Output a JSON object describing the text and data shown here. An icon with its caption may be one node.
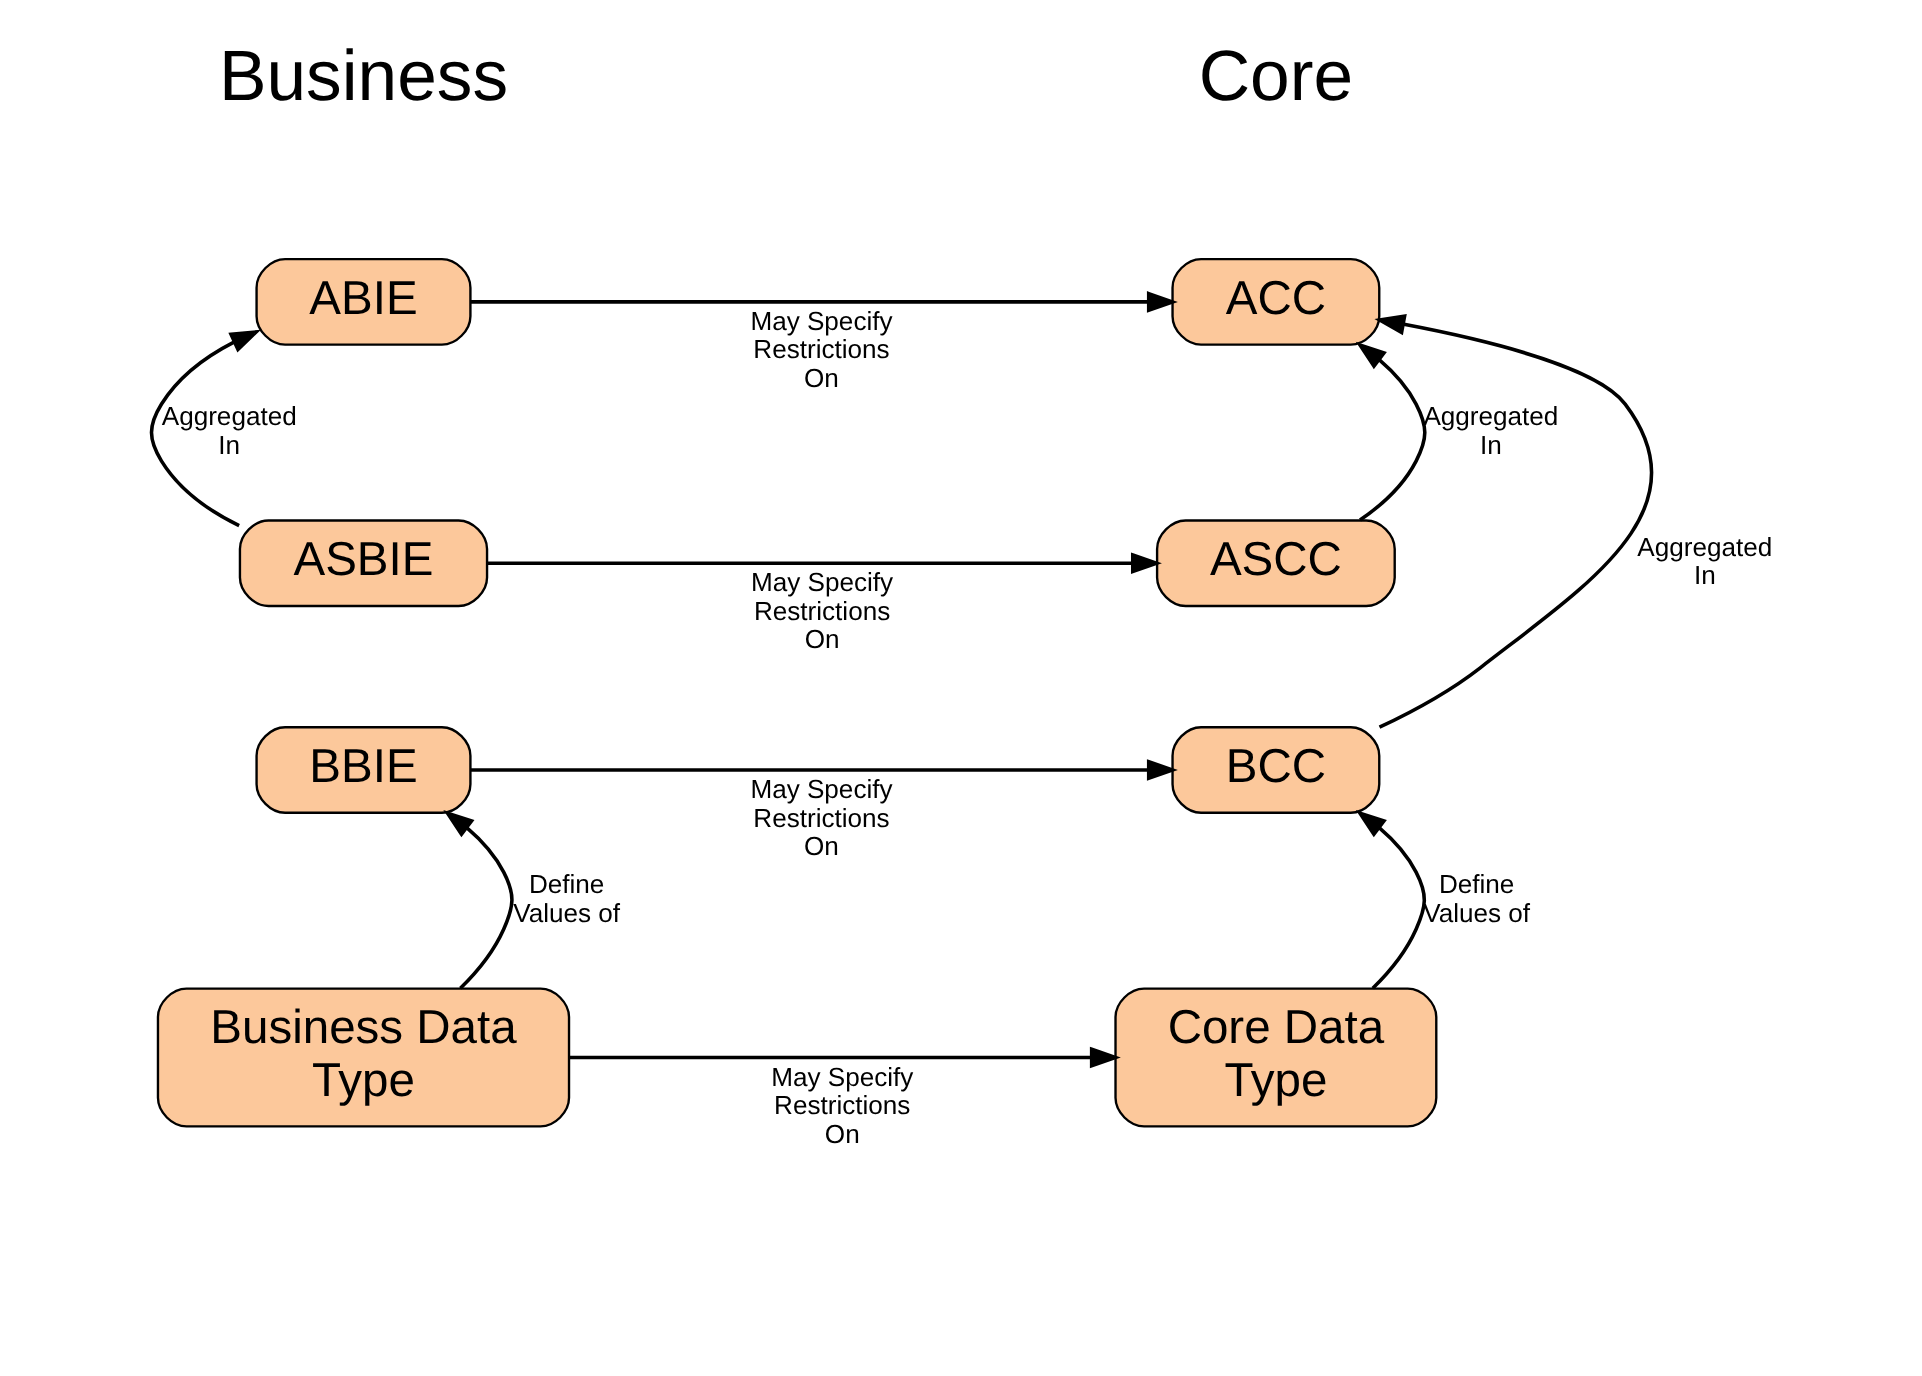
{
  "diagram": {
    "nodes": [
      {
        "text": [
          "ABIE"
        ]
      },
      {
        "text": [
          "ACC"
        ]
      },
      {
        "text": [
          "ASBIE"
        ]
      },
      {
        "text": [
          "ASCC"
        ]
      },
      {
        "text": [
          "BBIE"
        ]
      },
      {
        "text": [
          "BCC"
        ]
      },
      {
        "text": [
          "Business Data Type"
        ]
      },
      {
        "text": [
          "Core Data Type"
        ]
      }
    ],
    "edges": [
      {
        "from": 0,
        "to": 1,
        "arrow": "to",
        "label": "May Specify Restrictions On"
      },
      {
        "from": 2,
        "to": 0,
        "arrow": "to",
        "label": "Aggregated In"
      },
      {
        "from": 2,
        "to": 3,
        "arrow": "to",
        "label": "May Specify Restrictions On"
      },
      {
        "from": 3,
        "to": 1,
        "arrow": "to",
        "label": "Aggregated In"
      },
      {
        "from": 5,
        "to": 1,
        "arrow": "to",
        "label": "Aggregated In"
      },
      {
        "from": 4,
        "to": 5,
        "arrow": "to",
        "label": "May Specify Restrictions On"
      },
      {
        "from": 6,
        "to": 4,
        "arrow": "to",
        "label": "Define Values of"
      },
      {
        "from": 6,
        "to": 7,
        "arrow": "to",
        "label": "May Specify Restrictions On"
      },
      {
        "from": 7,
        "to": 5,
        "arrow": "to",
        "label": "Define Values of"
      }
    ],
    "labels": [
      "Business",
      "Core"
    ]
  }
}
